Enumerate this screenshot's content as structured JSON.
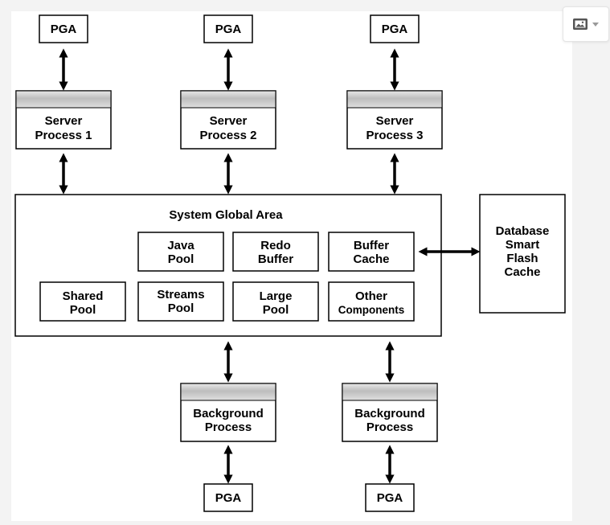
{
  "diagram": {
    "pga_label": "PGA",
    "server_processes": [
      {
        "line1": "Server",
        "line2": "Process 1"
      },
      {
        "line1": "Server",
        "line2": "Process 2"
      },
      {
        "line1": "Server",
        "line2": "Process 3"
      }
    ],
    "sga": {
      "title": "System Global Area",
      "components": {
        "java_pool": {
          "line1": "Java",
          "line2": "Pool"
        },
        "redo_buffer": {
          "line1": "Redo",
          "line2": "Buffer"
        },
        "buffer_cache": {
          "line1": "Buffer",
          "line2": "Cache"
        },
        "shared_pool": {
          "line1": "Shared",
          "line2": "Pool"
        },
        "streams_pool": {
          "line1": "Streams",
          "line2": "Pool"
        },
        "large_pool": {
          "line1": "Large",
          "line2": "Pool"
        },
        "other_components": {
          "line1": "Other",
          "line2": "Components"
        }
      }
    },
    "flash_cache": [
      "Database",
      "Smart",
      "Flash",
      "Cache"
    ],
    "background_processes": [
      {
        "line1": "Background",
        "line2": "Process"
      },
      {
        "line1": "Background",
        "line2": "Process"
      }
    ]
  },
  "toolbar": {
    "image_icon": "image-icon",
    "dropdown_icon": "caret-down-icon"
  }
}
